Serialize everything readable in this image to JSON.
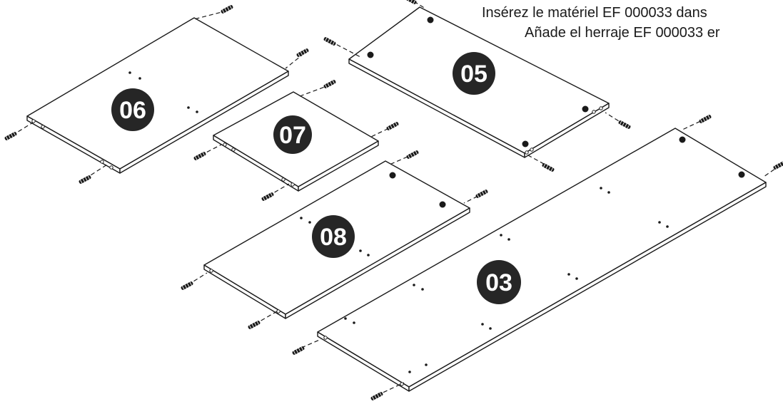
{
  "instructions": {
    "french": "Insérez le matériel EF 000033 dans",
    "spanish": "Añade el herraje EF 000033 er"
  },
  "panels": [
    {
      "id": "06",
      "label": "06"
    },
    {
      "id": "07",
      "label": "07"
    },
    {
      "id": "05",
      "label": "05"
    },
    {
      "id": "08",
      "label": "08"
    },
    {
      "id": "03",
      "label": "03"
    }
  ],
  "colors": {
    "line": "#1a1a1a",
    "badge": "#262626",
    "badge_text": "#ffffff",
    "background": "#ffffff"
  },
  "hardware_icon": "wooden-dowel-icon"
}
